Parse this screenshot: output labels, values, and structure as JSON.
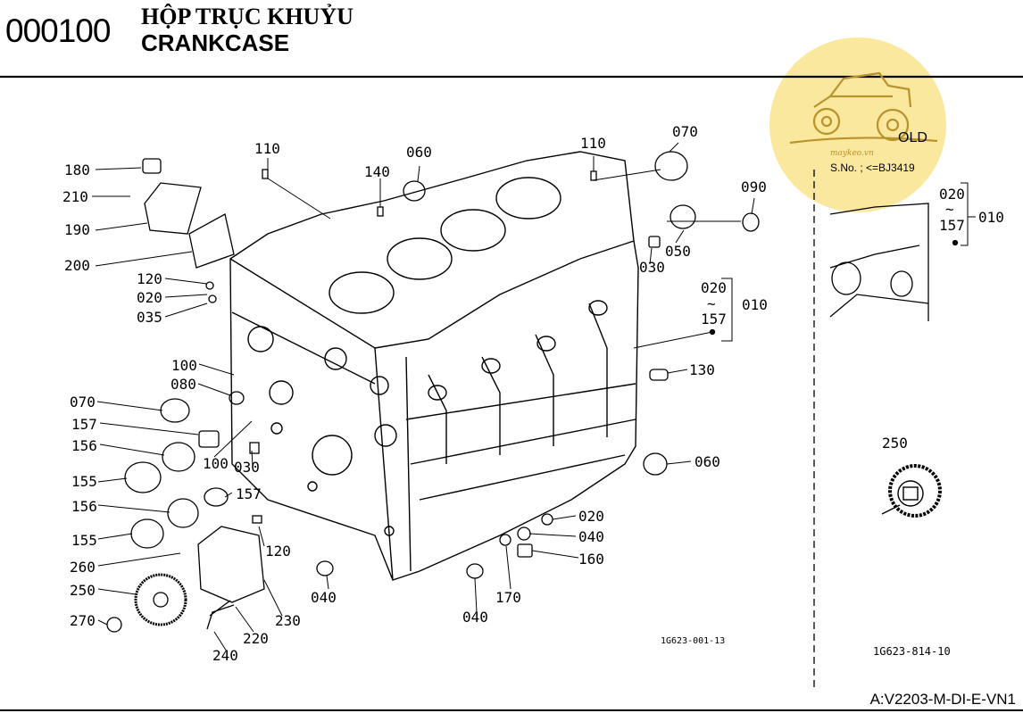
{
  "header": {
    "code": "000100",
    "title_vi": "HỘP TRỤC KHUỶU",
    "title_en": "CRANKCASE"
  },
  "logo": {
    "site": "maykeo.vn",
    "color": "#fbe697"
  },
  "old_panel": {
    "old": "OLD",
    "serial": "S.No. ; <=BJ3419",
    "range_top": "020",
    "range_sym": "~",
    "range_bottom": "157",
    "range_group": "010",
    "gear_label": "250",
    "drawing_code": "1G623-814-10"
  },
  "main": {
    "drawing_code": "1G623-001-13",
    "range_top": "020",
    "range_sym": "~",
    "range_bottom": "157",
    "range_group": "010",
    "callouts": {
      "c180": "180",
      "c210": "210",
      "c190": "190",
      "c200": "200",
      "c110a": "110",
      "c140": "140",
      "c060a": "060",
      "c110b": "110",
      "c070a": "070",
      "c090": "090",
      "c120a": "120",
      "c020a": "020",
      "c035": "035",
      "c030a": "030",
      "c050": "050",
      "c100a": "100",
      "c080": "080",
      "c070b": "070",
      "c157a": "157",
      "c156a": "156",
      "c100b": "100",
      "c030b": "030",
      "c155a": "155",
      "c157b": "157",
      "c156b": "156",
      "c155b": "155",
      "c120b": "120",
      "c260": "260",
      "c250": "250",
      "c270": "270",
      "c240": "240",
      "c220": "220",
      "c230": "230",
      "c040a": "040",
      "c040b": "040",
      "c170": "170",
      "c160": "160",
      "c040c": "040",
      "c020b": "020",
      "c060b": "060",
      "c130": "130"
    }
  },
  "footer": {
    "ref": "A:V2203-M-DI-E-VN1"
  }
}
